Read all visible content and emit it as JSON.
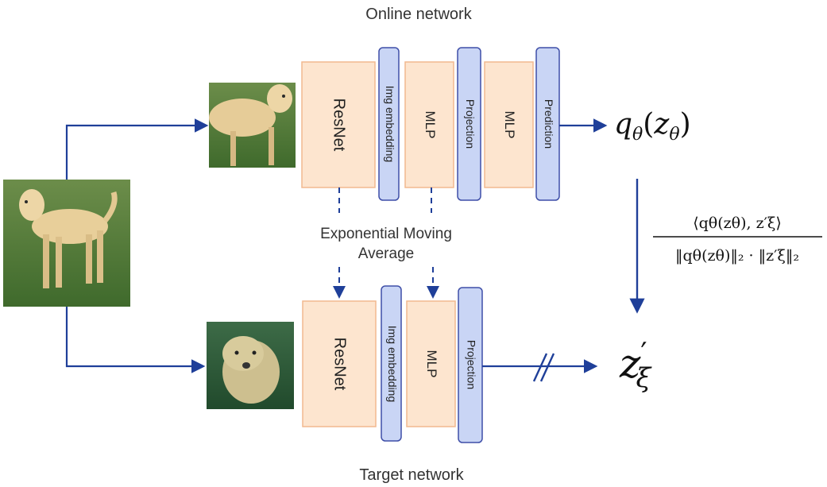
{
  "title_online": "Online network",
  "title_target": "Target network",
  "ema_label_line1": "Exponential Moving",
  "ema_label_line2": "Average",
  "online": {
    "resnet": "ResNet",
    "img_embedding": "Img embedding",
    "mlp1": "MLP",
    "projection": "Projection",
    "mlp2": "MLP",
    "prediction": "Prediction"
  },
  "target": {
    "resnet": "ResNet",
    "img_embedding": "Img embedding",
    "mlp": "MLP",
    "projection": "Projection"
  },
  "outputs": {
    "online_q": "q",
    "online_theta_sub": "θ",
    "online_paren_open": "(",
    "online_z": "z",
    "online_theta_sub2": "θ",
    "online_paren_close": ")",
    "target_z": "z",
    "target_prime": "′",
    "target_xi": "ξ"
  },
  "similarity": {
    "numerator": "⟨qθ(zθ), z′ξ⟩",
    "denominator": "‖qθ(zθ)‖₂ · ‖z′ξ‖₂"
  },
  "colors": {
    "orange_fill": "#fde5cf",
    "orange_stroke": "#f2b98f",
    "blue_fill": "#c9d5f5",
    "blue_stroke": "#3f4fa8",
    "arrow": "#1f3f99"
  },
  "images": {
    "full_dog": "dog-photo-icon",
    "online_crop": "dog-crop-icon",
    "target_crop": "dog-crop-dark-icon"
  }
}
